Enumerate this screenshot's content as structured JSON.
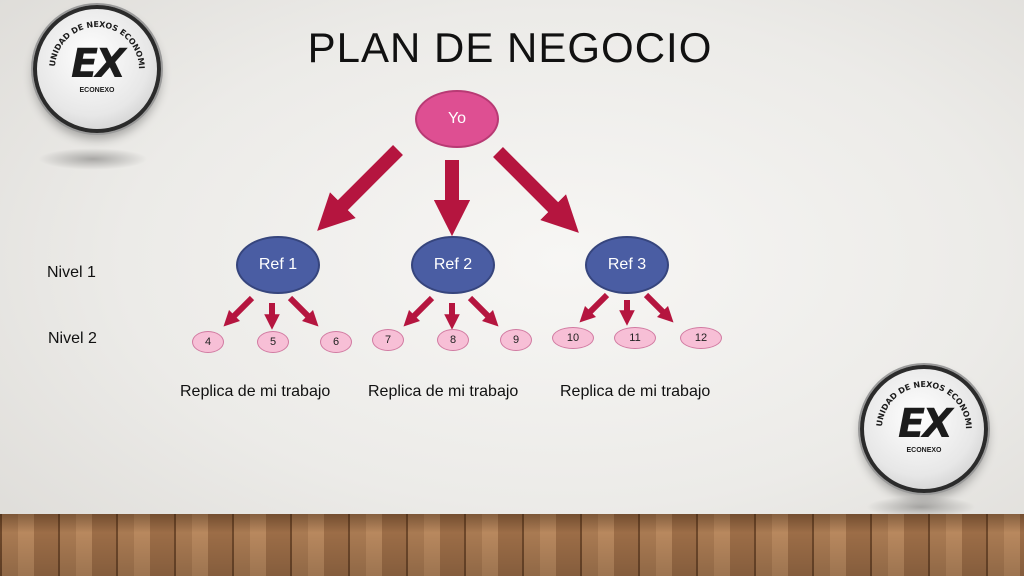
{
  "title": "PLAN DE NEGOCIO",
  "logo": {
    "ring_text": "COMUNIDAD DE NEXOS ECONOMICOS",
    "mark": "EX",
    "sub": "ECONEXO"
  },
  "root": {
    "label": "Yo"
  },
  "level_labels": {
    "nivel1": "Nivel 1",
    "nivel2": "Nivel 2"
  },
  "refs": [
    {
      "label": "Ref 1",
      "children": [
        "4",
        "5",
        "6"
      ],
      "caption": "Replica de mi trabajo"
    },
    {
      "label": "Ref 2",
      "children": [
        "7",
        "8",
        "9"
      ],
      "caption": "Replica de mi trabajo"
    },
    {
      "label": "Ref 3",
      "children": [
        "10",
        "11",
        "12"
      ],
      "caption": "Replica de mi trabajo"
    }
  ],
  "colors": {
    "root": "#de4f92",
    "ref": "#4a5da3",
    "leaf": "#f7bfd6",
    "arrow": "#b5153f"
  }
}
